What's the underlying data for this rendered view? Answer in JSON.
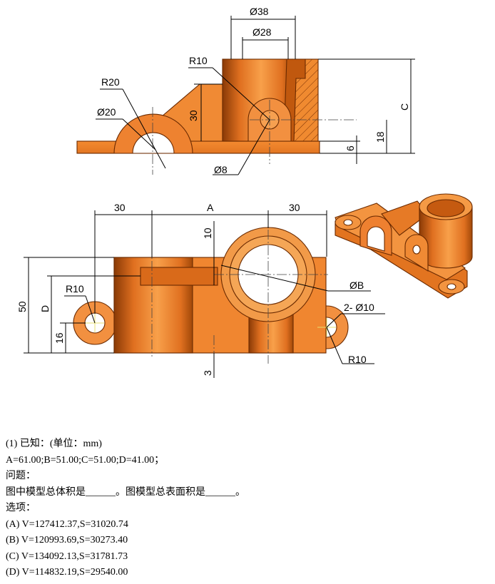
{
  "front_view": {
    "dims": {
      "d38": "Ø38",
      "d28": "Ø28",
      "r10": "R10",
      "r20": "R20",
      "d20": "Ø20",
      "h30": "30",
      "c": "C",
      "h18": "18",
      "h6": "6",
      "d8": "Ø8"
    }
  },
  "top_view": {
    "dims": {
      "w30_left": "30",
      "a": "A",
      "w30_right": "30",
      "h10": "10",
      "h50": "50",
      "d": "D",
      "r10_left": "R10",
      "h16": "16",
      "phi_b": "ØB",
      "holes": "2- Ø10",
      "r10_right": "R10",
      "h3": "3"
    }
  },
  "question": {
    "given_label": "(1)  已知：(单位：mm)",
    "given_values": "A=61.00;B=51.00;C=51.00;D=41.00；",
    "problem_label": "问题：",
    "problem_text": "图中模型总体积是______。图模型总表面积是______。",
    "options_label": "选项：",
    "options": [
      "(A) V=127412.37,S=31020.74",
      "(B) V=120993.69,S=30273.40",
      "(C) V=134092.13,S=31781.73",
      "(D) V=114832.19,S=29540.00"
    ]
  },
  "colors": {
    "part_main": "#f0852a",
    "part_dark": "#b84e0c",
    "part_light": "#ffb060",
    "edge": "#6b2a00"
  }
}
